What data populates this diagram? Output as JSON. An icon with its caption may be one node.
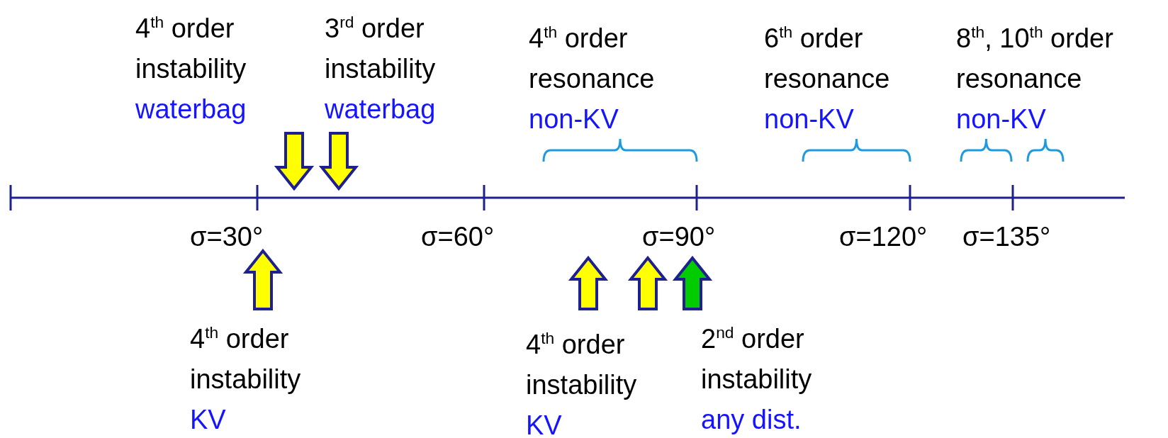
{
  "diagram": {
    "labels": [
      "4$^{th}$ order instability",
      "waterbag",
      "3$^{rd}$ order instability",
      "waterbag",
      "4$^{th}$ order resonance",
      "non-KV",
      "6$^{th}$ order resonance",
      "non-KV",
      "8$^{th}$, 10$^{th}$ order resonance",
      "non-KV",
      "σ=30°",
      "σ=60°",
      "σ=90°",
      "σ=120°",
      "σ=135°",
      "4$^{th}$ order instability",
      "KV",
      "4$^{th}$ order instability",
      "KV",
      "2$^{nd}$ order instability",
      "any dist."
    ]
  }
}
